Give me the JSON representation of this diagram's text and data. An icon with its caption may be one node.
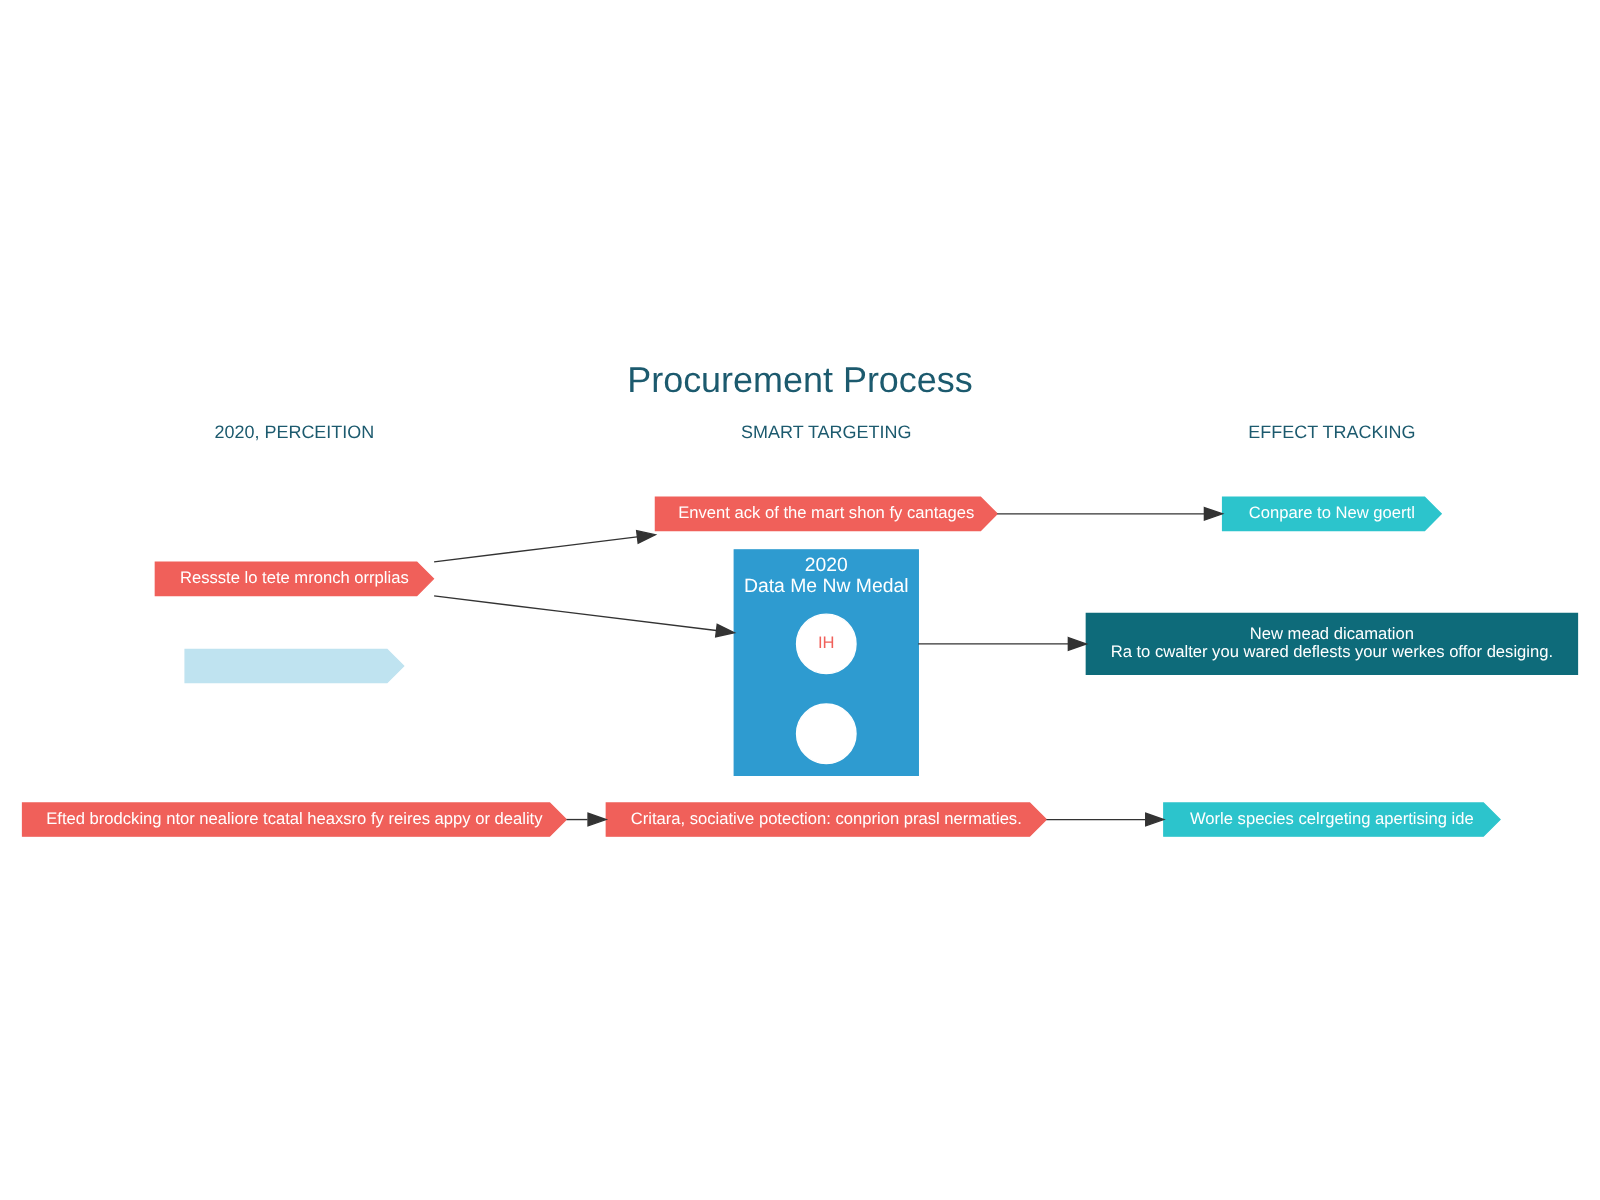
{
  "diagram": {
    "title": "Procurement Process",
    "nodes": [
      {
        "text": [
          "Efted brodcking ntor nealiore tcatal heaxsro fy reires appy or deality"
        ]
      },
      {
        "text": [
          "Critara, sociative potection: conprion prasl nermaties."
        ]
      },
      {
        "text": [
          "Worle species celrgeting apertising ide"
        ]
      },
      {
        "text": [],
        "shape": "box"
      },
      {
        "text": [
          "Ressste lo tete mronch orrplias"
        ]
      },
      {
        "text": [
          "Envent ack of the mart shon fy cantages"
        ]
      },
      {
        "text": [
          "Conpare to New goertl"
        ]
      },
      {
        "text": [
          "2020",
          "Data Me Nw Medal"
        ]
      },
      {
        "text": [
          "IH"
        ],
        "in": 7
      },
      {
        "text": [],
        "shape": "circle",
        "in": 7
      },
      {
        "text": [
          "New mead dicamation",
          "Ra to cwalter you wared deflests your werkes offor desiging."
        ]
      }
    ],
    "edges": [
      {
        "from": 0,
        "to": 1,
        "arrow": "to"
      },
      {
        "from": 1,
        "to": 2,
        "arrow": "to"
      },
      {
        "from": 4,
        "to": 5,
        "arrow": "to"
      },
      {
        "from": 5,
        "to": 6,
        "arrow": "to"
      },
      {
        "from": 4,
        "to": 7,
        "arrow": "to"
      },
      {
        "from": 7,
        "to": 10,
        "arrow": "to"
      }
    ],
    "labels": [
      "2020, PERCEITION",
      "SMART TARGETING",
      "EFFECT TRACKING"
    ]
  }
}
